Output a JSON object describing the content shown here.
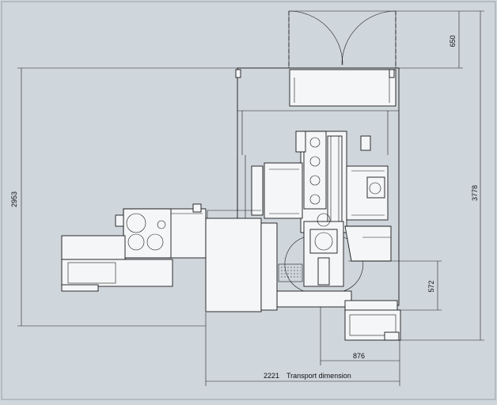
{
  "diagram": {
    "dimensions": {
      "width_total": "2221",
      "width_label": "Transport dimension",
      "height_total": "2953",
      "height_overall": "3778",
      "door_clearance": "650",
      "table_offset_y": "572",
      "table_offset_x": "876"
    }
  }
}
